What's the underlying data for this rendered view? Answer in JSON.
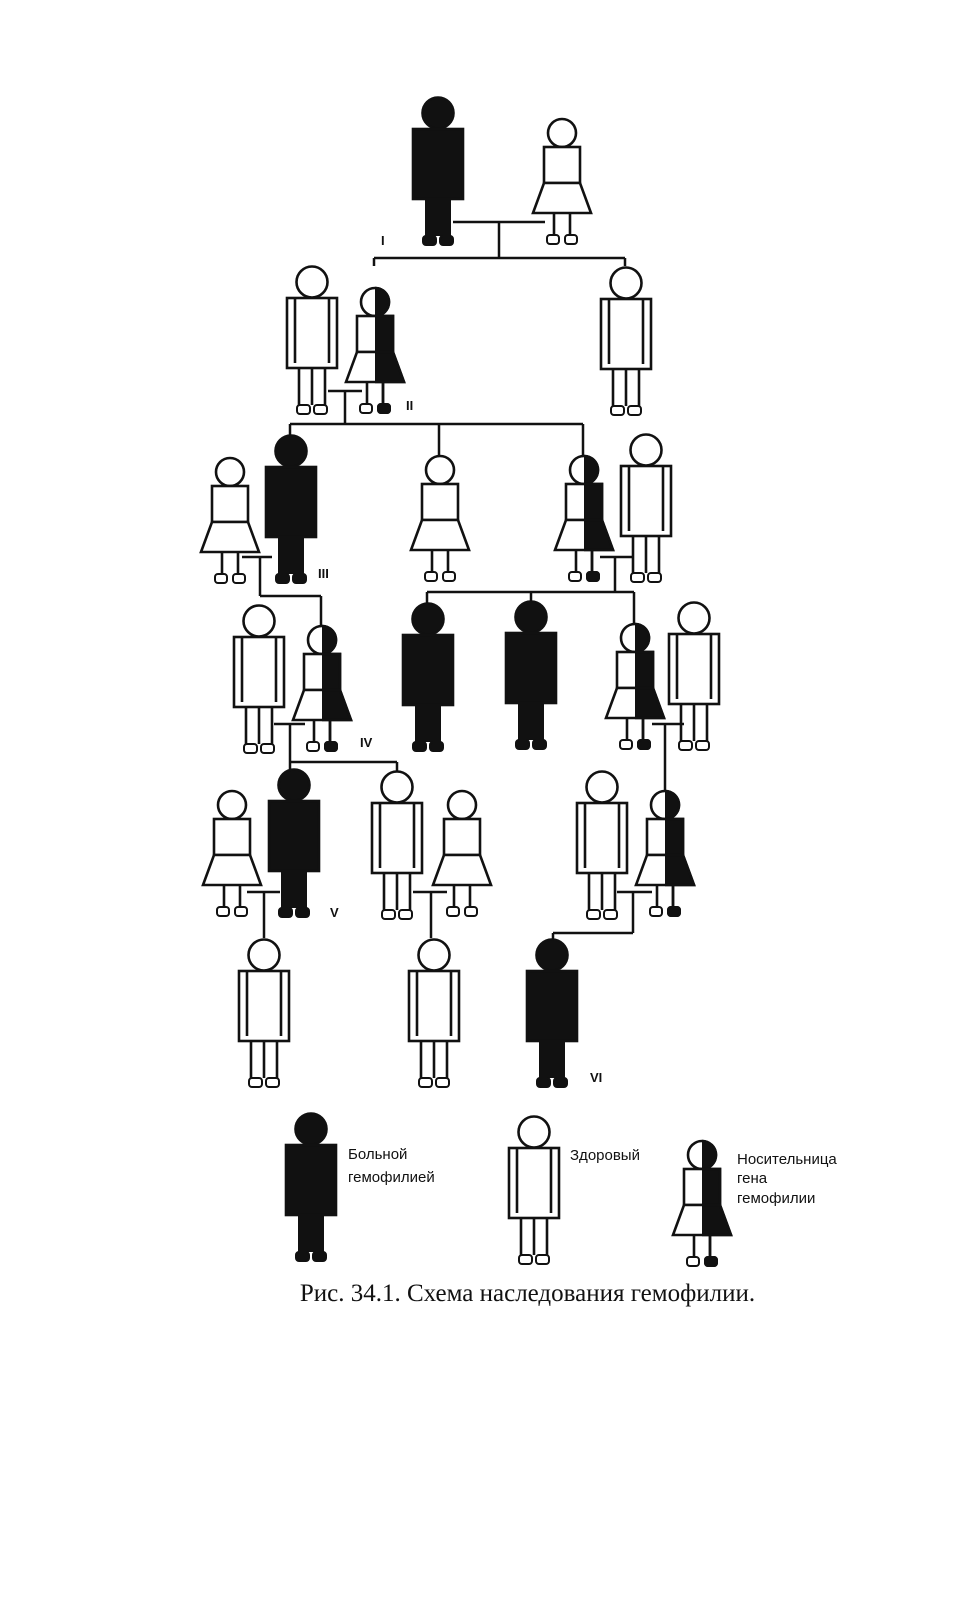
{
  "generations": [
    "I",
    "II",
    "III",
    "IV",
    "V",
    "VI"
  ],
  "legend": {
    "affected": [
      "Больной",
      "гемофилией"
    ],
    "healthy": [
      "Здоровый"
    ],
    "carrier": [
      "Носительница",
      "гена",
      "гемофилии"
    ]
  },
  "caption": "Рис. 34.1. Схема наследования гемофилии.",
  "persons": [
    {
      "id": "g1-father",
      "generation": "I",
      "sex": "male",
      "status": "affected"
    },
    {
      "id": "g1-mother",
      "generation": "I",
      "sex": "female",
      "status": "healthy"
    },
    {
      "id": "g2-husband",
      "generation": "II",
      "sex": "male",
      "status": "healthy"
    },
    {
      "id": "g2-daughter",
      "generation": "II",
      "sex": "female",
      "status": "carrier"
    },
    {
      "id": "g2-son",
      "generation": "II",
      "sex": "male",
      "status": "healthy"
    },
    {
      "id": "g3-wife",
      "generation": "III",
      "sex": "female",
      "status": "healthy"
    },
    {
      "id": "g3-son",
      "generation": "III",
      "sex": "male",
      "status": "affected"
    },
    {
      "id": "g3-daughter",
      "generation": "III",
      "sex": "female",
      "status": "healthy"
    },
    {
      "id": "g3-daughter-2",
      "generation": "III",
      "sex": "female",
      "status": "carrier"
    },
    {
      "id": "g3-husband",
      "generation": "III",
      "sex": "male",
      "status": "healthy"
    },
    {
      "id": "g4-husband-1",
      "generation": "IV",
      "sex": "male",
      "status": "healthy"
    },
    {
      "id": "g4-daughter-1",
      "generation": "IV",
      "sex": "female",
      "status": "carrier"
    },
    {
      "id": "g4-son-1",
      "generation": "IV",
      "sex": "male",
      "status": "affected"
    },
    {
      "id": "g4-son-2",
      "generation": "IV",
      "sex": "male",
      "status": "affected"
    },
    {
      "id": "g4-daughter-2",
      "generation": "IV",
      "sex": "female",
      "status": "carrier"
    },
    {
      "id": "g4-husband-2",
      "generation": "IV",
      "sex": "male",
      "status": "healthy"
    },
    {
      "id": "g5-wife-1",
      "generation": "V",
      "sex": "female",
      "status": "healthy"
    },
    {
      "id": "g5-son-1",
      "generation": "V",
      "sex": "male",
      "status": "affected"
    },
    {
      "id": "g5-son-2",
      "generation": "V",
      "sex": "male",
      "status": "healthy"
    },
    {
      "id": "g5-wife-2",
      "generation": "V",
      "sex": "female",
      "status": "healthy"
    },
    {
      "id": "g5-husband",
      "generation": "V",
      "sex": "male",
      "status": "healthy"
    },
    {
      "id": "g5-daughter",
      "generation": "V",
      "sex": "female",
      "status": "carrier"
    },
    {
      "id": "g6-son-1",
      "generation": "VI",
      "sex": "male",
      "status": "healthy"
    },
    {
      "id": "g6-son-2",
      "generation": "VI",
      "sex": "male",
      "status": "healthy"
    },
    {
      "id": "g6-son-3",
      "generation": "VI",
      "sex": "male",
      "status": "affected"
    }
  ],
  "colors": {
    "ink": "#111111",
    "paper": "#ffffff"
  }
}
